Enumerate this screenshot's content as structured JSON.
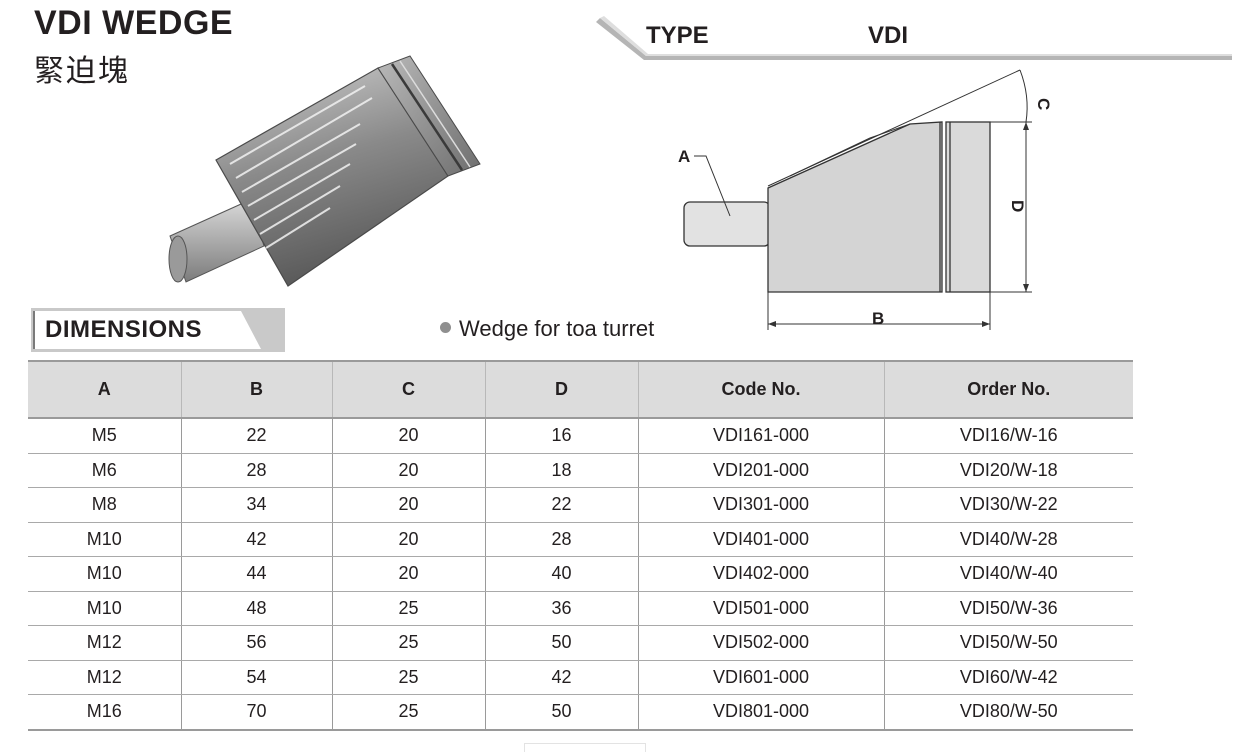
{
  "header": {
    "title": "VDI WEDGE",
    "subtitle": "緊迫塊",
    "type_label": "TYPE",
    "type_value": "VDI"
  },
  "drawing": {
    "dim_a": "A",
    "dim_b": "B",
    "dim_c": "C",
    "dim_d": "D"
  },
  "section": {
    "dimensions_label": "DIMENSIONS",
    "note": "Wedge for toa turret"
  },
  "table": {
    "columns": [
      "A",
      "B",
      "C",
      "D",
      "Code No.",
      "Order No."
    ],
    "rows": [
      [
        "M5",
        "22",
        "20",
        "16",
        "VDI161-000",
        "VDI16/W-16"
      ],
      [
        "M6",
        "28",
        "20",
        "18",
        "VDI201-000",
        "VDI20/W-18"
      ],
      [
        "M8",
        "34",
        "20",
        "22",
        "VDI301-000",
        "VDI30/W-22"
      ],
      [
        "M10",
        "42",
        "20",
        "28",
        "VDI401-000",
        "VDI40/W-28"
      ],
      [
        "M10",
        "44",
        "20",
        "40",
        "VDI402-000",
        "VDI40/W-40"
      ],
      [
        "M10",
        "48",
        "25",
        "36",
        "VDI501-000",
        "VDI50/W-36"
      ],
      [
        "M12",
        "56",
        "25",
        "50",
        "VDI502-000",
        "VDI50/W-50"
      ],
      [
        "M12",
        "54",
        "25",
        "42",
        "VDI601-000",
        "VDI60/W-42"
      ],
      [
        "M16",
        "70",
        "25",
        "50",
        "VDI801-000",
        "VDI80/W-50"
      ]
    ]
  }
}
